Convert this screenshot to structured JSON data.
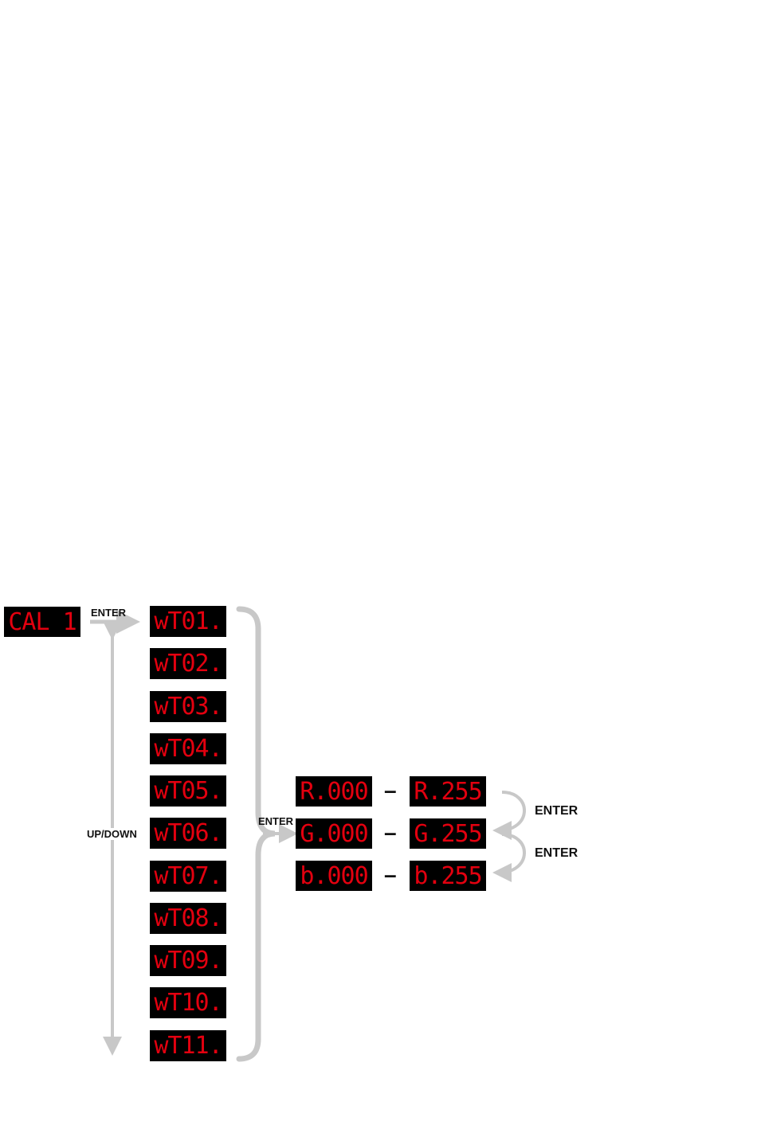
{
  "start_display": "CAL 1",
  "labels": {
    "enter_top": "ENTER",
    "up_down": "UP/DOWN",
    "enter_middle": "ENTER",
    "enter_right_1": "ENTER",
    "enter_right_2": "ENTER"
  },
  "menu_displays": [
    "wT01.",
    "wT02.",
    "wT03.",
    "wT04.",
    "wT05.",
    "wT06.",
    "wT07.",
    "wT08.",
    "wT09.",
    "wT10.",
    "wT11."
  ],
  "color_ranges": [
    {
      "min": "R.000",
      "sep": "–",
      "max": "R.255"
    },
    {
      "min": "G.000",
      "sep": "–",
      "max": "G.255"
    },
    {
      "min": "b.000",
      "sep": "–",
      "max": "b.255"
    }
  ],
  "colors": {
    "display_bg": "#000000",
    "display_text": "#e3000f",
    "arrow": "#c8c8c8"
  }
}
